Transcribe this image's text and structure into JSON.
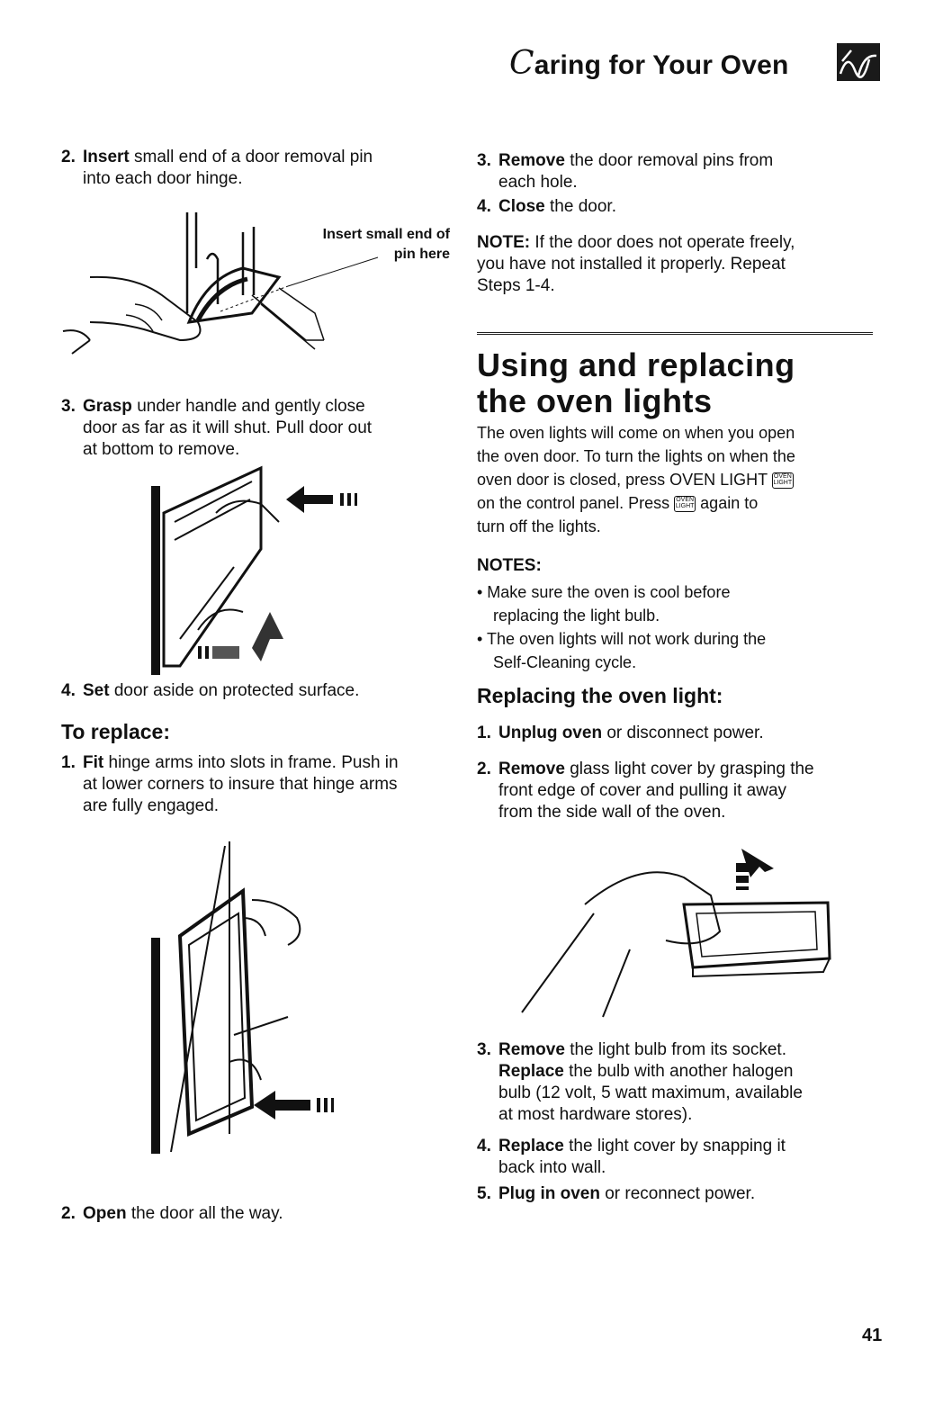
{
  "header": {
    "title_cap": "C",
    "title_rest": "aring for Your Oven"
  },
  "left": {
    "step2": {
      "num": "2.",
      "kw": "Insert",
      "text1": " small end of a door removal pin",
      "text2": "into each door hinge."
    },
    "fig1_label1": "Insert small end of",
    "fig1_label2": "pin here",
    "step3": {
      "num": "3.",
      "kw": "Grasp",
      "text1": " under handle and gently close",
      "text2": "door as far as it will shut. Pull door out",
      "text3": "at bottom to remove."
    },
    "step4": {
      "num": "4.",
      "kw": "Set",
      "text1": " door aside on protected surface."
    },
    "replace_title": "To replace:",
    "r1": {
      "num": "1.",
      "kw": "Fit",
      "text1": " hinge arms into slots in frame. Push in",
      "text2": "at lower corners to insure that hinge arms",
      "text3": "are fully engaged."
    },
    "r2": {
      "num": "2.",
      "kw": "Open",
      "text1": " the door all the way."
    }
  },
  "right": {
    "r3": {
      "num": "3.",
      "kw": "Remove",
      "text1": " the door removal pins from",
      "text2": "each hole."
    },
    "r4": {
      "num": "4.",
      "kw": "Close",
      "text1": " the door."
    },
    "note_label": "NOTE:",
    "note_text1": " If the door does not operate freely,",
    "note_text2": "you have not installed it properly. Repeat",
    "note_text3": "Steps 1-4.",
    "lights_title1": "Using and replacing",
    "lights_title2": "the oven lights",
    "lights_p1": "The oven lights will come on when you open",
    "lights_p2": "the oven door. To turn the lights on when the",
    "lights_p3a": "oven door is closed, press OVEN LIGHT",
    "lights_p4a": "on the control panel. Press",
    "lights_p4b": "again to",
    "lights_p5": "turn off the lights.",
    "icon_text": "OVEN LIGHT",
    "notes_label": "NOTES:",
    "bullet1a": "• Make sure the oven is cool before",
    "bullet1b": "replacing the light bulb.",
    "bullet2a": "• The oven lights will not work during the",
    "bullet2b": "Self-Cleaning cycle.",
    "replacing_title": "Replacing the oven light:",
    "s1": {
      "num": "1.",
      "kw": "Unplug oven",
      "text1": " or disconnect power."
    },
    "s2": {
      "num": "2.",
      "kw": "Remove",
      "text1": " glass light cover by grasping the",
      "text2": "front edge of cover and pulling it away",
      "text3": "from the side wall of the oven."
    },
    "s3": {
      "num": "3.",
      "kw": "Remove",
      "text1": " the light bulb from its socket.",
      "kw2": "Replace",
      "text2": " the bulb with another halogen",
      "text3": "bulb (12 volt, 5 watt maximum, available",
      "text4": "at most hardware stores)."
    },
    "s4": {
      "num": "4.",
      "kw": "Replace",
      "text1": " the light cover by snapping it",
      "text2": "back into wall."
    },
    "s5": {
      "num": "5.",
      "kw": "Plug in oven",
      "text1": " or reconnect power."
    }
  },
  "page_number": "41"
}
